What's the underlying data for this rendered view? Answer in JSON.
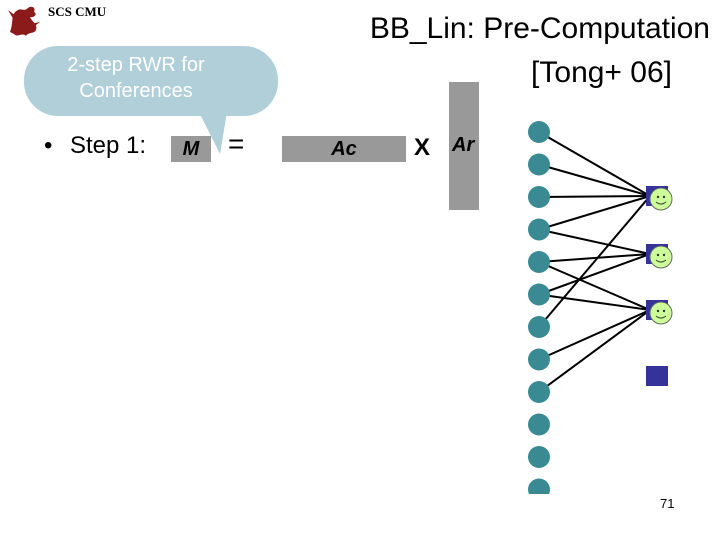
{
  "header": {
    "brand": "SCS CMU",
    "title_line1": "BB_Lin: Pre-Computation",
    "title_line2": "[Tong+ 06]"
  },
  "callout": {
    "text": "2-step RWR for Conferences"
  },
  "equation": {
    "bullet": "•",
    "step_label": "Step 1:",
    "m_label": "M",
    "equals": "=",
    "ac_label": "Ac",
    "times": "X",
    "ar_label": "Ar"
  },
  "graph": {
    "left_node_color": "#3a8a94",
    "right_node_color": "#333399",
    "face_color": "#ccff99",
    "left_nodes": 12,
    "right_nodes": 4,
    "faces_on": [
      0,
      1,
      2
    ],
    "edges": [
      [
        0,
        0
      ],
      [
        1,
        0
      ],
      [
        2,
        0
      ],
      [
        3,
        0
      ],
      [
        3,
        1
      ],
      [
        4,
        1
      ],
      [
        5,
        1
      ],
      [
        4,
        2
      ],
      [
        5,
        2
      ],
      [
        6,
        0
      ],
      [
        7,
        2
      ],
      [
        8,
        2
      ]
    ]
  },
  "colors": {
    "matrix_gray": "#999999",
    "callout_fill": "#b0cfd9"
  },
  "footer": {
    "page_number": "71"
  }
}
